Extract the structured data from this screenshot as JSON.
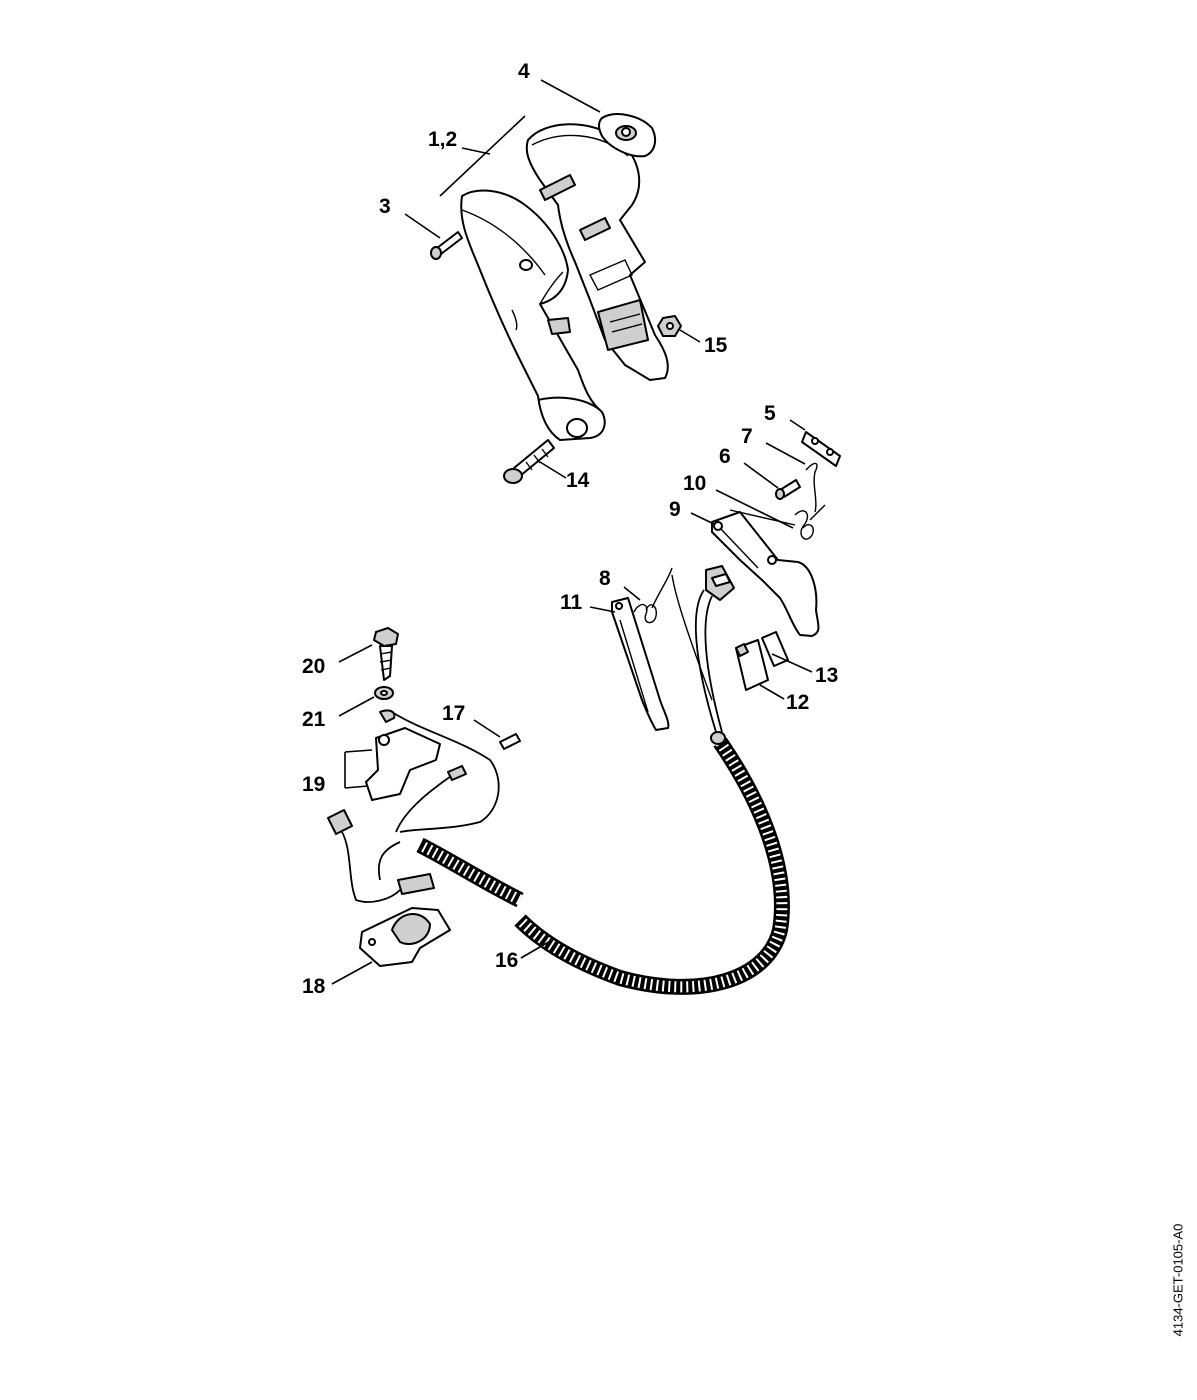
{
  "labels": {
    "l1_2": "1,2",
    "l3": "3",
    "l4": "4",
    "l5": "5",
    "l6": "6",
    "l7": "7",
    "l8": "8",
    "l9": "9",
    "l10": "10",
    "l11": "11",
    "l12": "12",
    "l13": "13",
    "l14": "14",
    "l15": "15",
    "l16": "16",
    "l17": "17",
    "l18": "18",
    "l19": "19",
    "l20": "20",
    "l21": "21"
  },
  "reference_code": "4134-GET-0105-A0"
}
